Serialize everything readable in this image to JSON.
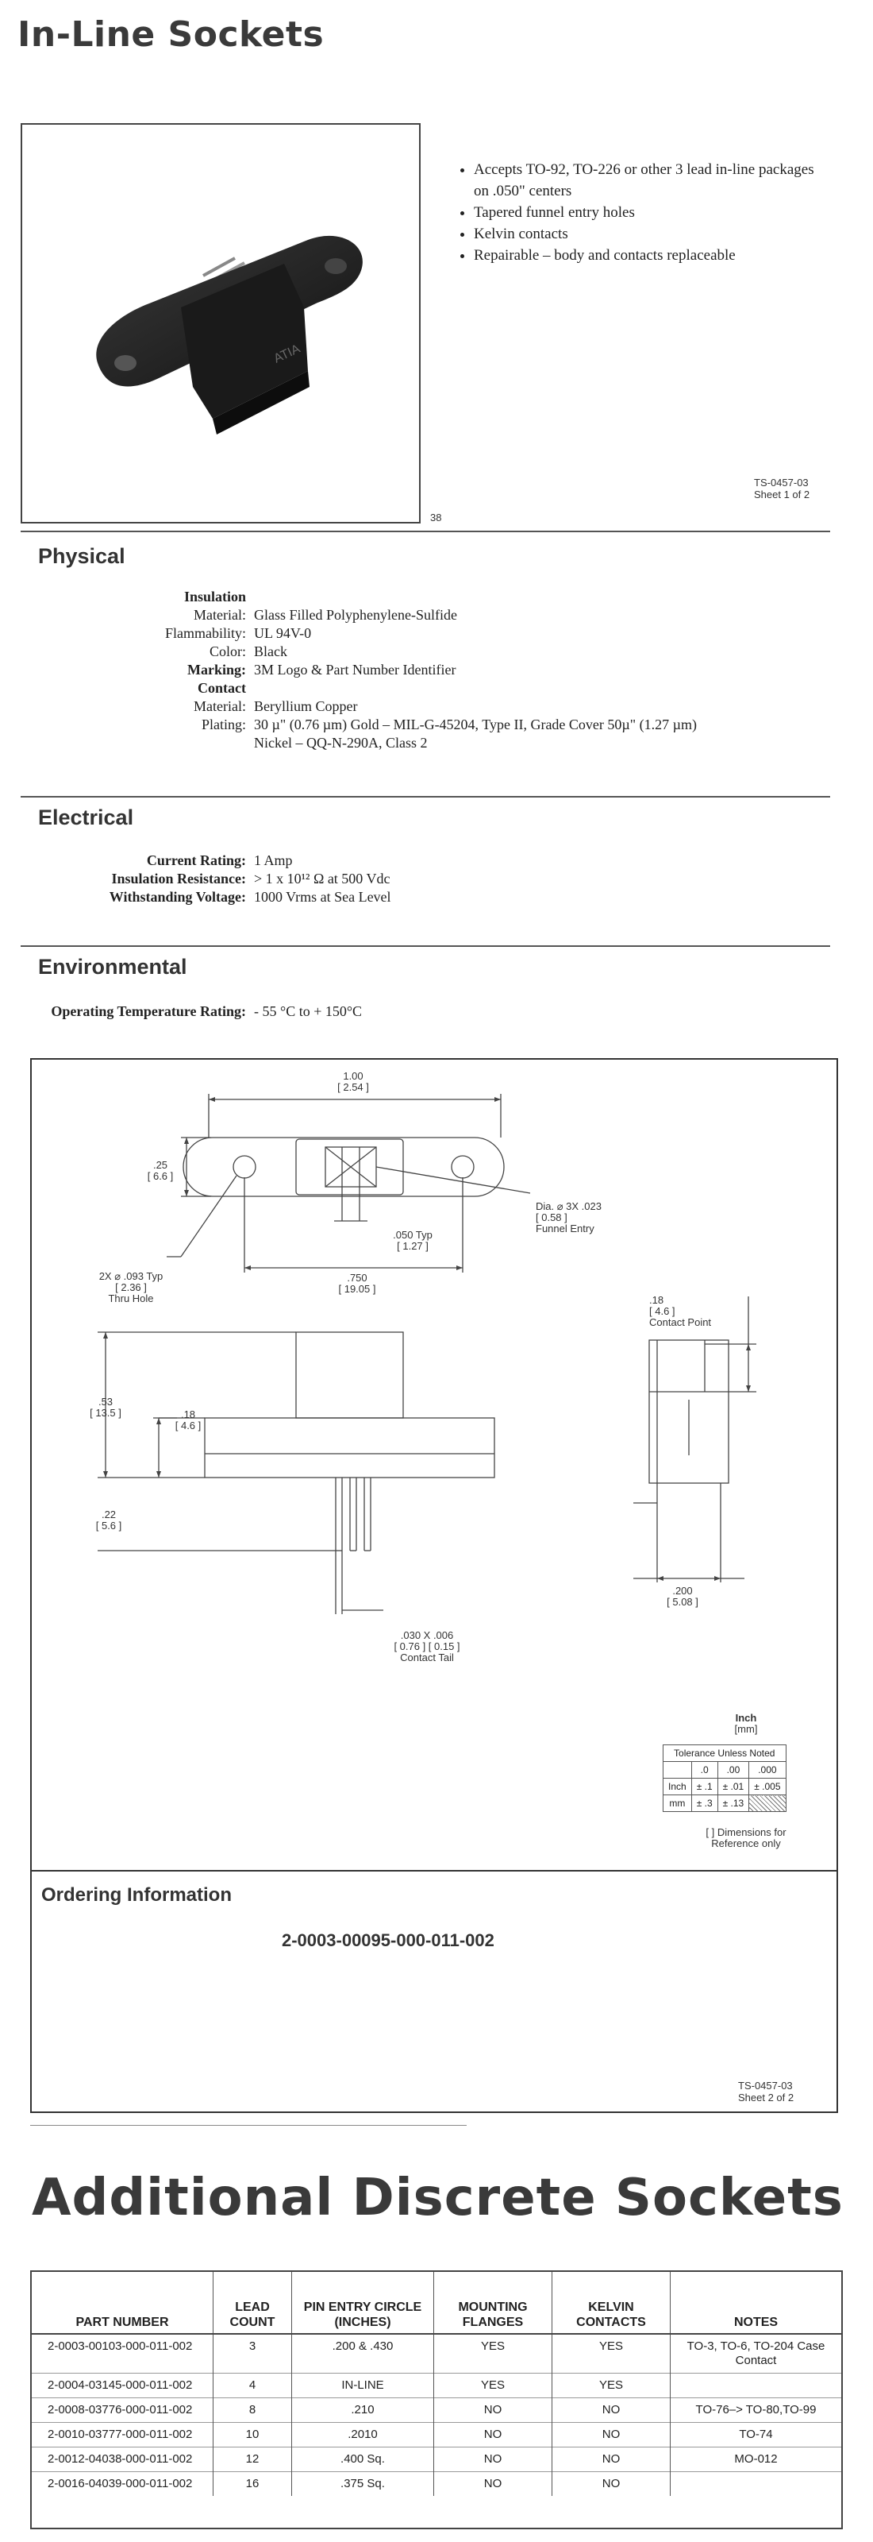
{
  "page_title": "In-Line Sockets",
  "features": [
    "Accepts TO-92, TO-226 or other 3 lead in-line packages on .050\" centers",
    "Tapered funnel entry holes",
    "Kelvin contacts",
    "Repairable – body and contacts replaceable"
  ],
  "sheet1": {
    "ref": "TS-0457-03",
    "sheet": "Sheet 1 of 2"
  },
  "page_number": "38",
  "physical": {
    "heading": "Physical",
    "insulation_label": "Insulation",
    "rows": [
      {
        "k": "Material:",
        "v": "Glass Filled Polyphenylene-Sulfide"
      },
      {
        "k": "Flammability:",
        "v": "UL 94V-0"
      },
      {
        "k": "Color:",
        "v": "Black"
      },
      {
        "k": "Marking:",
        "v": "3M Logo & Part Number Identifier"
      }
    ],
    "contact_label": "Contact",
    "contact_rows": [
      {
        "k": "Material:",
        "v": "Beryllium Copper"
      },
      {
        "k": "Plating:",
        "v": "30 µ\" (0.76 µm) Gold – MIL-G-45204, Type II, Grade Cover 50µ\" (1.27 µm)"
      },
      {
        "k": "",
        "v": "Nickel – QQ-N-290A, Class 2"
      }
    ]
  },
  "electrical": {
    "heading": "Electrical",
    "rows": [
      {
        "k": "Current Rating:",
        "v": "1 Amp"
      },
      {
        "k": "Insulation Resistance:",
        "v": "> 1 x 10¹² Ω at 500 Vdc"
      },
      {
        "k": "Withstanding Voltage:",
        "v": "1000 Vrms at Sea Level"
      }
    ]
  },
  "environmental": {
    "heading": "Environmental",
    "rows": [
      {
        "k": "Operating Temperature Rating:",
        "v": "- 55 °C to + 150°C"
      }
    ]
  },
  "drawing": {
    "dim_100": "1.00",
    "dim_100_mm": "[ 2.54 ]",
    "dim_25": ".25",
    "dim_25_mm": "[ 6.6 ]",
    "dia_label": "Dia. ⌀ 3X .023",
    "dia_mm": "[ 0.58 ]",
    "dia_note": "Funnel Entry",
    "pitch": ".050 Typ",
    "pitch_mm": "[ 1.27 ]",
    "hole": "2X ⌀ .093 Typ",
    "hole_mm": "[ 2.36 ]",
    "hole_note": "Thru Hole",
    "dim_750": ".750",
    "dim_750_mm": "[ 19.05 ]",
    "dim_18r": ".18",
    "dim_18r_mm": "[ 4.6 ]",
    "contact_point": "Contact Point",
    "dim_53": ".53",
    "dim_53_mm": "[ 13.5 ]",
    "dim_18": ".18",
    "dim_18_mm": "[ 4.6 ]",
    "dim_22": ".22",
    "dim_22_mm": "[ 5.6 ]",
    "tail": ".030 X .006",
    "tail_mm": "[ 0.76 ]  [ 0.15 ]",
    "tail_note": "Contact Tail",
    "dim_200": ".200",
    "dim_200_mm": "[ 5.08 ]",
    "units": "Inch",
    "units_mm": "[mm]",
    "tol_title": "Tolerance Unless Noted",
    "tol_cols": [
      ".0",
      ".00",
      ".000"
    ],
    "tol_inch_label": "Inch",
    "tol_inch": [
      "± .1",
      "± .01",
      "± .005"
    ],
    "tol_mm_label": "mm",
    "tol_mm": [
      "± .3",
      "± .13"
    ],
    "ref_note": "[  ] Dimensions for Reference only"
  },
  "ordering": {
    "heading": "Ordering Information",
    "part": "2-0003-00095-000-011-002"
  },
  "sheet2": {
    "ref": "TS-0457-03",
    "sheet": "Sheet 2 of  2"
  },
  "additional_title": "Additional Discrete Sockets",
  "table": {
    "headers": [
      "PART NUMBER",
      "LEAD COUNT",
      "PIN ENTRY CIRCLE (INCHES)",
      "MOUNTING FLANGES",
      "KELVIN CONTACTS",
      "NOTES"
    ],
    "rows": [
      [
        "2-0003-00103-000-011-002",
        "3",
        ".200 & .430",
        "YES",
        "YES",
        "TO-3, TO-6, TO-204 Case Contact"
      ],
      [
        "2-0004-03145-000-011-002",
        "4",
        "IN-LINE",
        "YES",
        "YES",
        ""
      ],
      [
        "2-0008-03776-000-011-002",
        "8",
        ".210",
        "NO",
        "NO",
        "TO-76–> TO-80,TO-99"
      ],
      [
        "2-0010-03777-000-011-002",
        "10",
        ".2010",
        "NO",
        "NO",
        "TO-74"
      ],
      [
        "2-0012-04038-000-011-002",
        "12",
        ".400 Sq.",
        "NO",
        "NO",
        "MO-012"
      ],
      [
        "2-0016-04039-000-011-002",
        "16",
        ".375 Sq.",
        "NO",
        "NO",
        ""
      ]
    ]
  }
}
